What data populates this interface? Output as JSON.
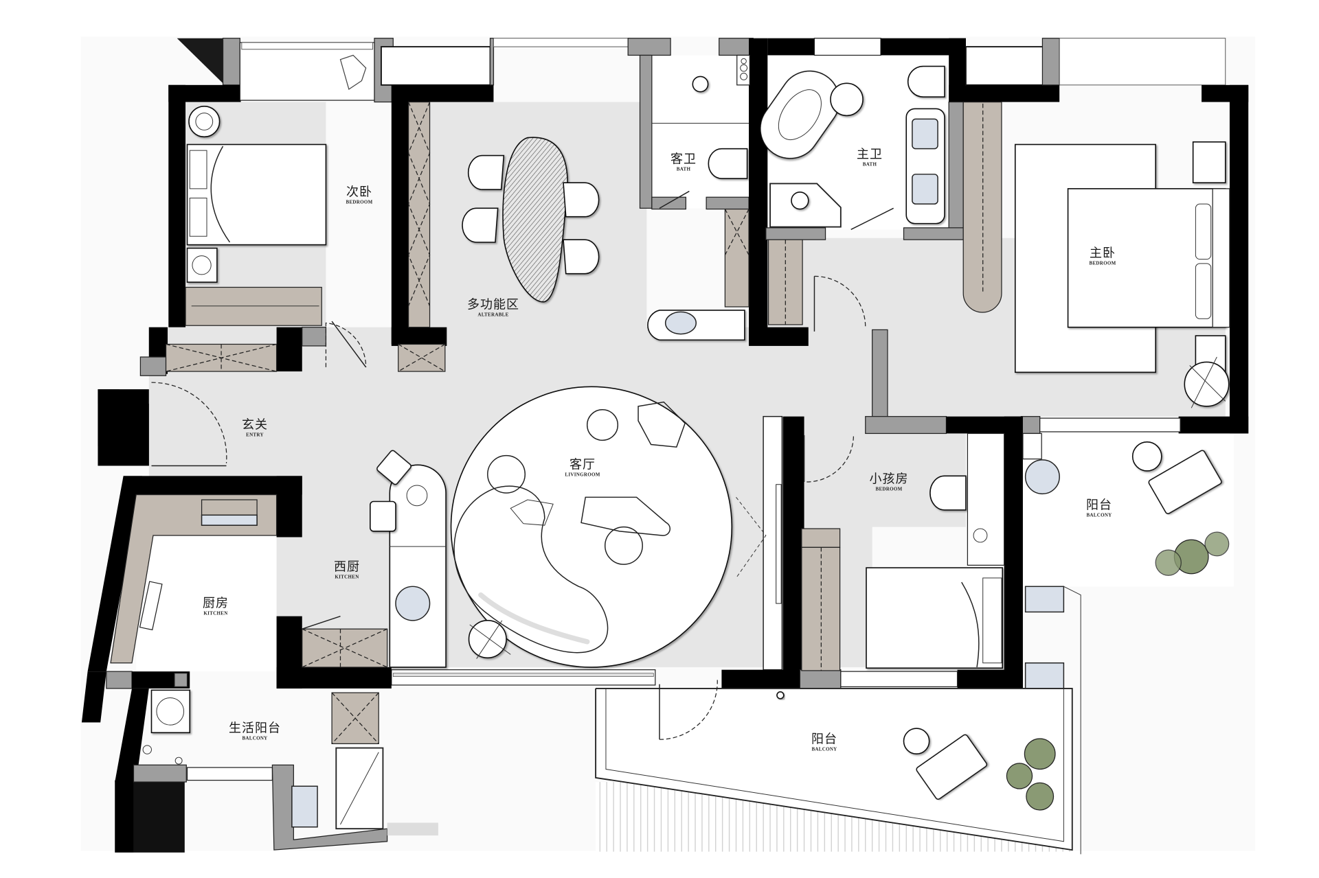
{
  "plan": {
    "type": "residential floor plan",
    "colors": {
      "wall": "#000000",
      "partition_wall": "#9e9e9e",
      "floor": "#e6e6e6",
      "wardrobe": "#c2bab1",
      "sink_blue": "#d9e0ea",
      "plant_green": "#8a9a74"
    }
  },
  "rooms": {
    "secondary_bedroom": {
      "zh": "次卧",
      "en": "BEDROOM"
    },
    "multifunction": {
      "zh": "多功能区",
      "en": "ALTERABLE"
    },
    "guest_bath": {
      "zh": "客卫",
      "en": "BATH"
    },
    "master_bath": {
      "zh": "主卫",
      "en": "BATH"
    },
    "master_bedroom": {
      "zh": "主卧",
      "en": "BEDROOM"
    },
    "entry": {
      "zh": "玄关",
      "en": "ENTRY"
    },
    "living_room": {
      "zh": "客厅",
      "en": "LIVINGROOM"
    },
    "western_kitchen": {
      "zh": "西厨",
      "en": "KITCHEN"
    },
    "kitchen": {
      "zh": "厨房",
      "en": "KITCHEN"
    },
    "utility_balcony": {
      "zh": "生活阳台",
      "en": "BALCONY"
    },
    "kids_bedroom": {
      "zh": "小孩房",
      "en": "BEDROOM"
    },
    "east_balcony": {
      "zh": "阳台",
      "en": "BALCONY"
    },
    "south_balcony": {
      "zh": "阳台",
      "en": "BALCONY"
    }
  }
}
